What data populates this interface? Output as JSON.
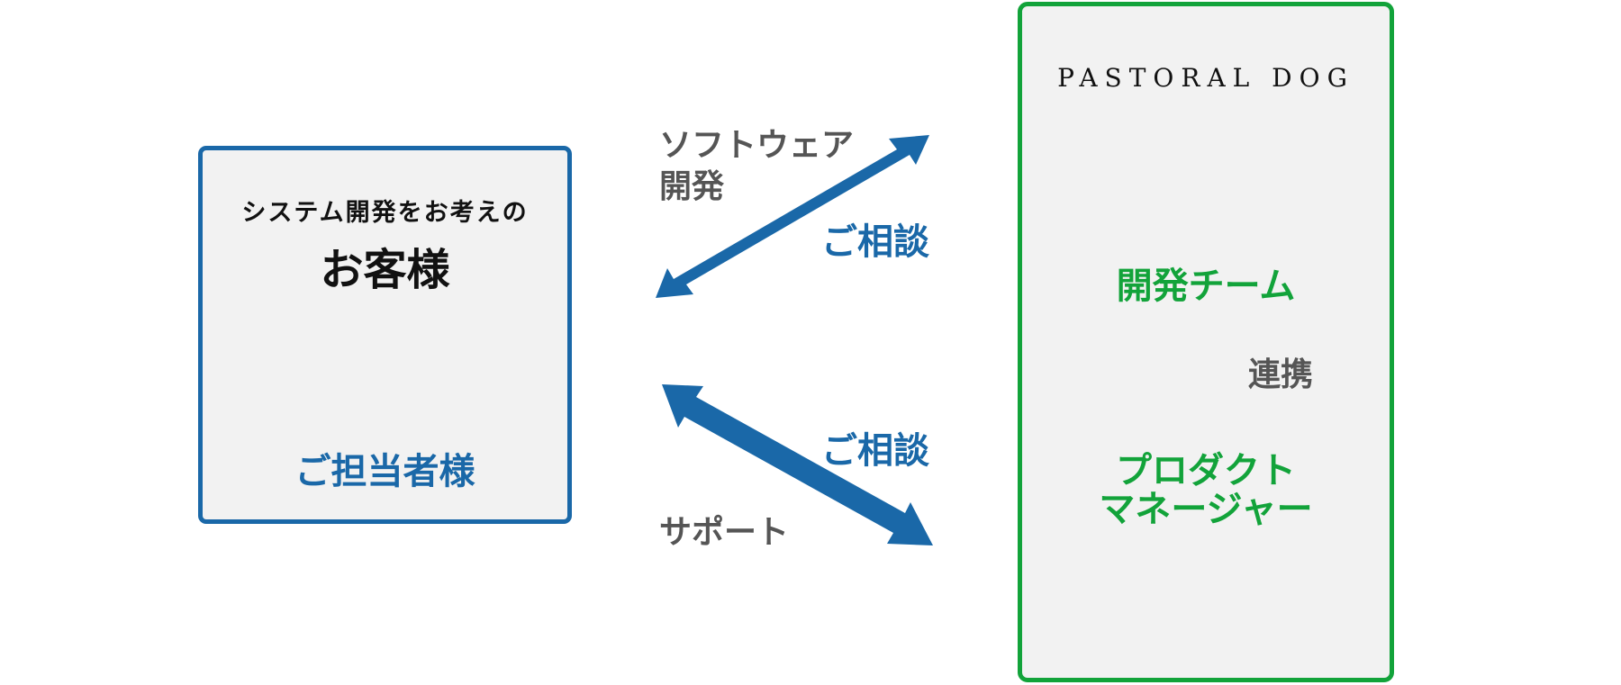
{
  "client": {
    "subtitle": "システム開発をお考えの",
    "title": "お客様",
    "person_label": "ご担当者様"
  },
  "company": {
    "logo_text": "PASTORAL DOG",
    "team_label": "開発チーム",
    "link_label": "連携",
    "pm_label_line1": "プロダクト",
    "pm_label_line2": "マネージャー"
  },
  "arrows": {
    "top_caption_line1": "ソフトウェア",
    "top_caption_line2": "開発",
    "top_label": "ご相談",
    "bottom_label": "ご相談",
    "bottom_caption": "サポート"
  },
  "colors": {
    "client_blue": "#1a68a8",
    "company_green": "#12a33a",
    "figure_gray": "#9a9a9a",
    "figure_black": "#111111"
  },
  "icons": [
    "building-icon",
    "people-group-icon",
    "team-icon",
    "person-icon",
    "double-arrow-icon",
    "logo-ring-icon"
  ]
}
